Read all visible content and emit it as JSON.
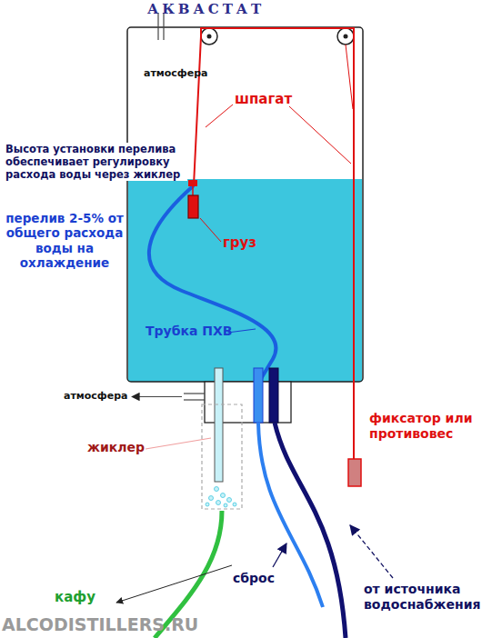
{
  "diagram": {
    "title": "АКВАСТАТ",
    "labels": [
      "атмосфера",
      "шпагат",
      "Высота установки перелива обеспечивает регулировку расхода воды через жиклер",
      "перелив 2-5% от общего расхода воды на охлаждение",
      "груз",
      "Трубка ПХВ",
      "атмосфера",
      "жиклер",
      "фиксатор или противовес",
      "сброс",
      "от источника водоснабжения",
      "кафу",
      "ALCODISTILLERS.RU"
    ]
  }
}
